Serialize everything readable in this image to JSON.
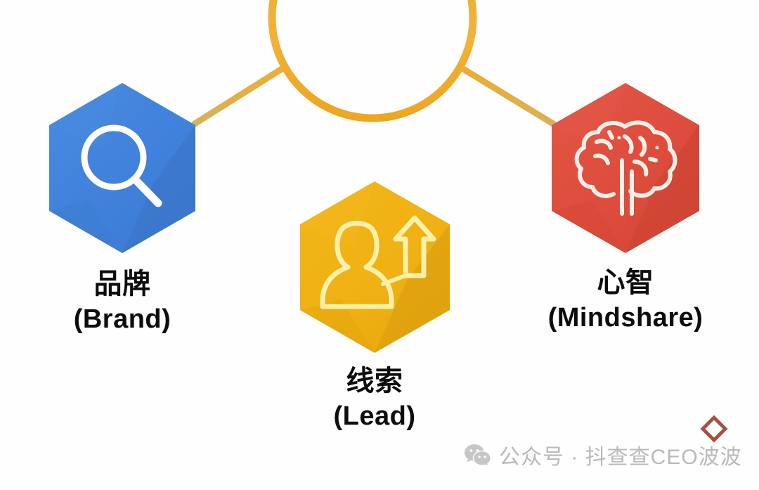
{
  "diagram": {
    "type": "hub-and-spoke",
    "background_color": "#fefefe",
    "hub": {
      "shape": "circle-outline",
      "stroke_color": "#F0A92B",
      "label": ""
    },
    "connector_color": "#E8AE3C",
    "nodes": [
      {
        "id": "brand",
        "shape": "hexagon",
        "color": "#3F81DC",
        "color_shade": "#3A72C4",
        "icon": "magnifier-icon",
        "icon_color": "#FFFFFF",
        "cn": "品牌",
        "en": "(Brand)"
      },
      {
        "id": "lead",
        "shape": "hexagon",
        "color": "#EFB113",
        "color_shade": "#D8990B",
        "icon": "person-arrow-up-icon",
        "icon_color": "#FDF0A8",
        "cn": "线索",
        "en": "(Lead)"
      },
      {
        "id": "mindshare",
        "shape": "hexagon",
        "color": "#DE4C3C",
        "color_shade": "#C9412F",
        "icon": "brain-icon",
        "icon_color": "#FAEFE8",
        "cn": "心智",
        "en": "(Mindshare)"
      }
    ]
  },
  "footer": {
    "wechat_icon": "wechat-logo-icon",
    "text": "公众号 · 抖查查CEO波波",
    "text_color": "#b9b9b9",
    "diamond_icon": "diamond-outline-icon",
    "diamond_color": "#A8503F"
  }
}
